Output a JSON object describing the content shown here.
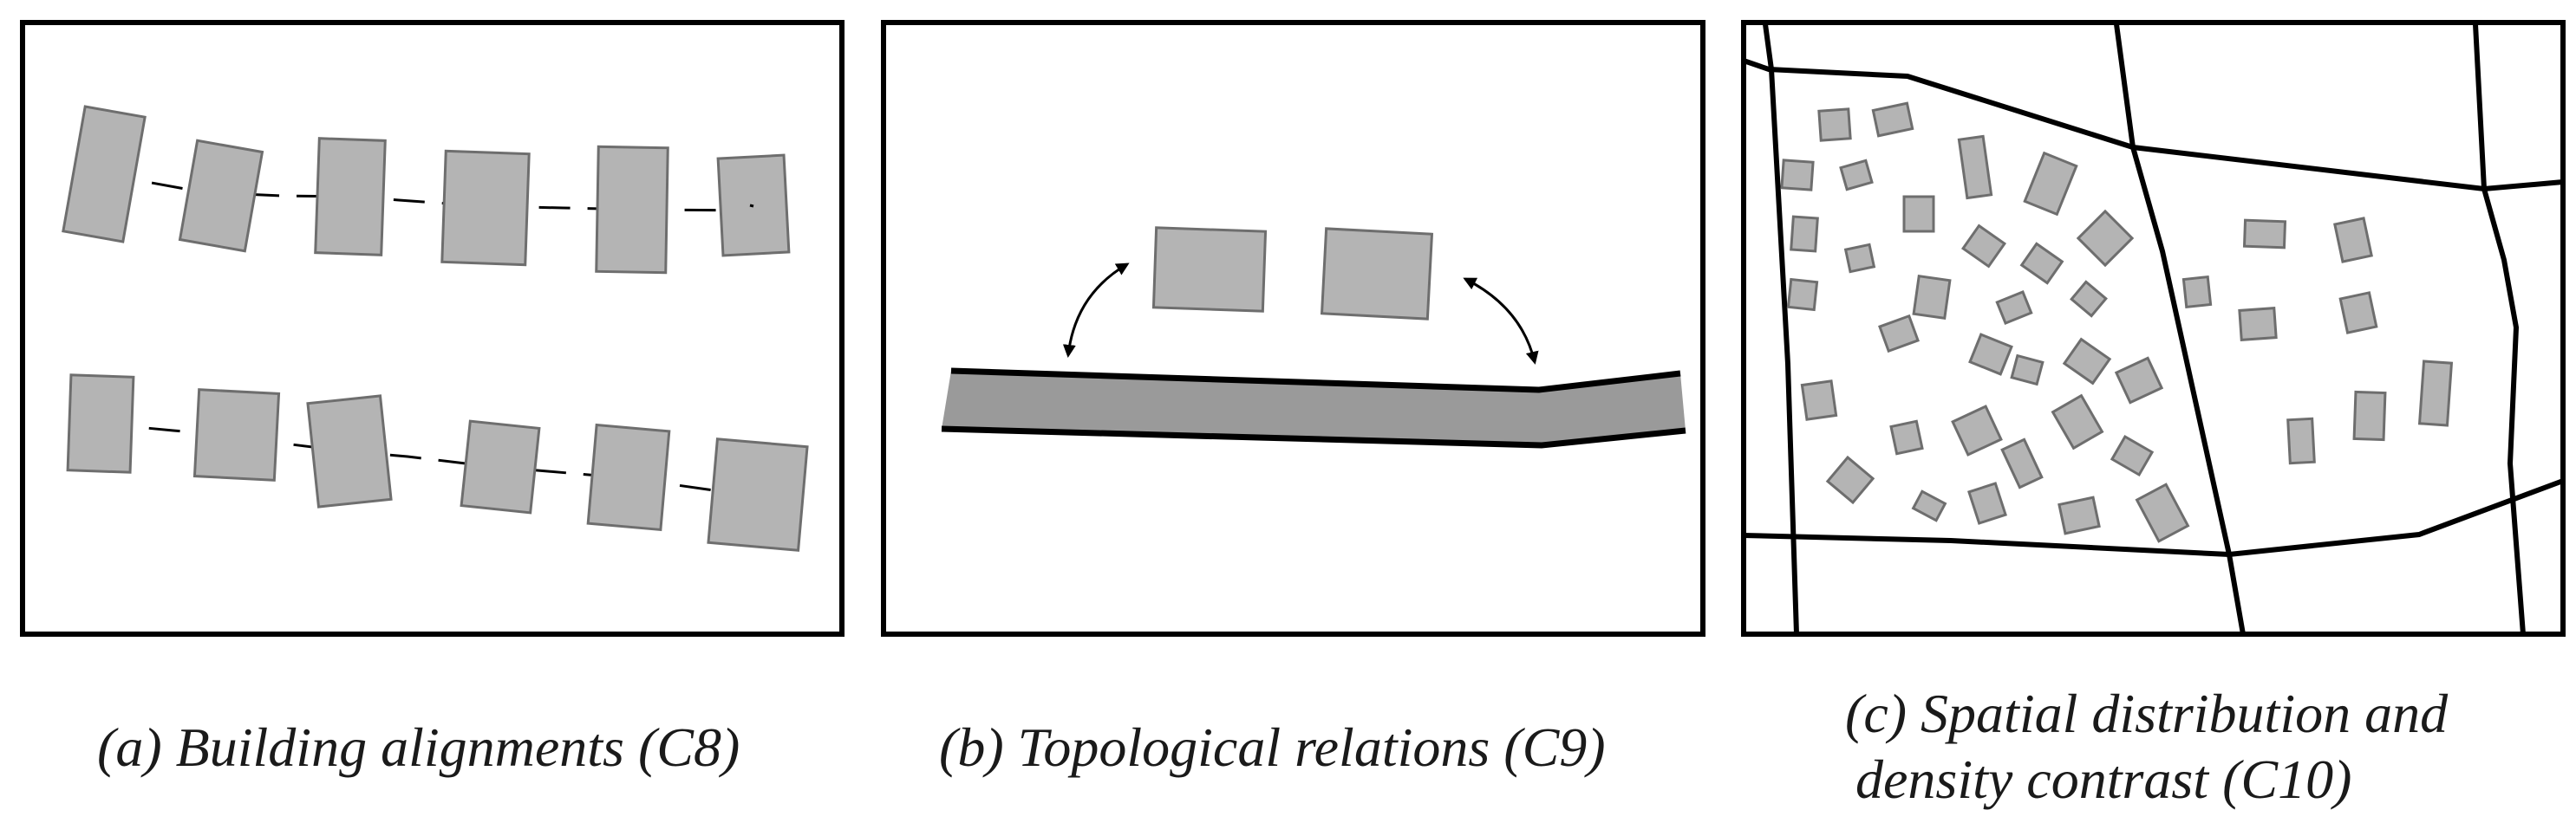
{
  "panels": [
    {
      "id": "a",
      "caption": "(a) Building alignments (C8)"
    },
    {
      "id": "b",
      "caption": "(b) Topological relations (C9)"
    },
    {
      "id": "c",
      "caption_line1": "(c) Spatial distribution and",
      "caption_line2": "density contrast (C10)"
    }
  ],
  "colors": {
    "building_fill": "#b4b4b4",
    "building_stroke": "#6e6e6e",
    "road_fill": "#9a9a9a",
    "line": "#000000",
    "background": "#ffffff"
  }
}
